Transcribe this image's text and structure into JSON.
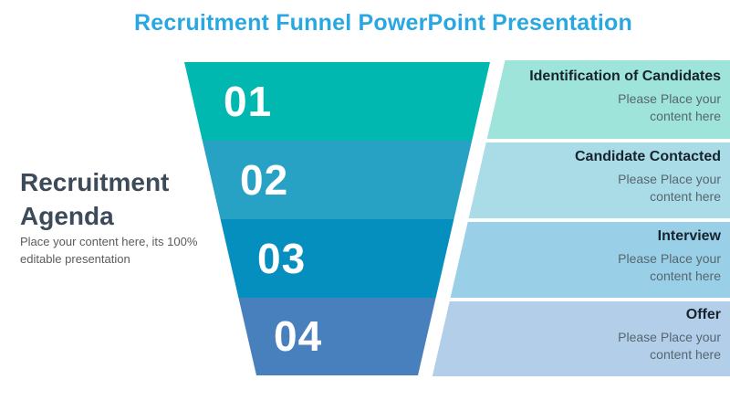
{
  "slide": {
    "title": "Recruitment Funnel PowerPoint Presentation",
    "left_panel": {
      "heading": "Recruitment Agenda",
      "body": "Place your content here, its 100% editable presentation"
    },
    "funnel": {
      "steps": [
        {
          "number": "01",
          "label": "Identification of Candidates",
          "body": "Please Place your content here",
          "funnel_color": "#00B8B0",
          "band_color": "#9EE4DA"
        },
        {
          "number": "02",
          "label": "Candidate Contacted",
          "body": "Please Place your content here",
          "funnel_color": "#28A2C4",
          "band_color": "#AADCE8"
        },
        {
          "number": "03",
          "label": "Interview",
          "body": "Please Place your content here",
          "funnel_color": "#048FBF",
          "band_color": "#99D0E7"
        },
        {
          "number": "04",
          "label": "Offer",
          "body": "Please Place your content here",
          "funnel_color": "#4880BE",
          "band_color": "#B3CEE8"
        }
      ]
    },
    "colors": {
      "title": "#29A7E0",
      "agenda_heading": "#3D4A59",
      "agenda_body": "#5B5B5B",
      "band_heading": "#17232D",
      "band_body": "#566670",
      "number_text": "#FFFFFF",
      "background": "#FFFFFF"
    }
  }
}
